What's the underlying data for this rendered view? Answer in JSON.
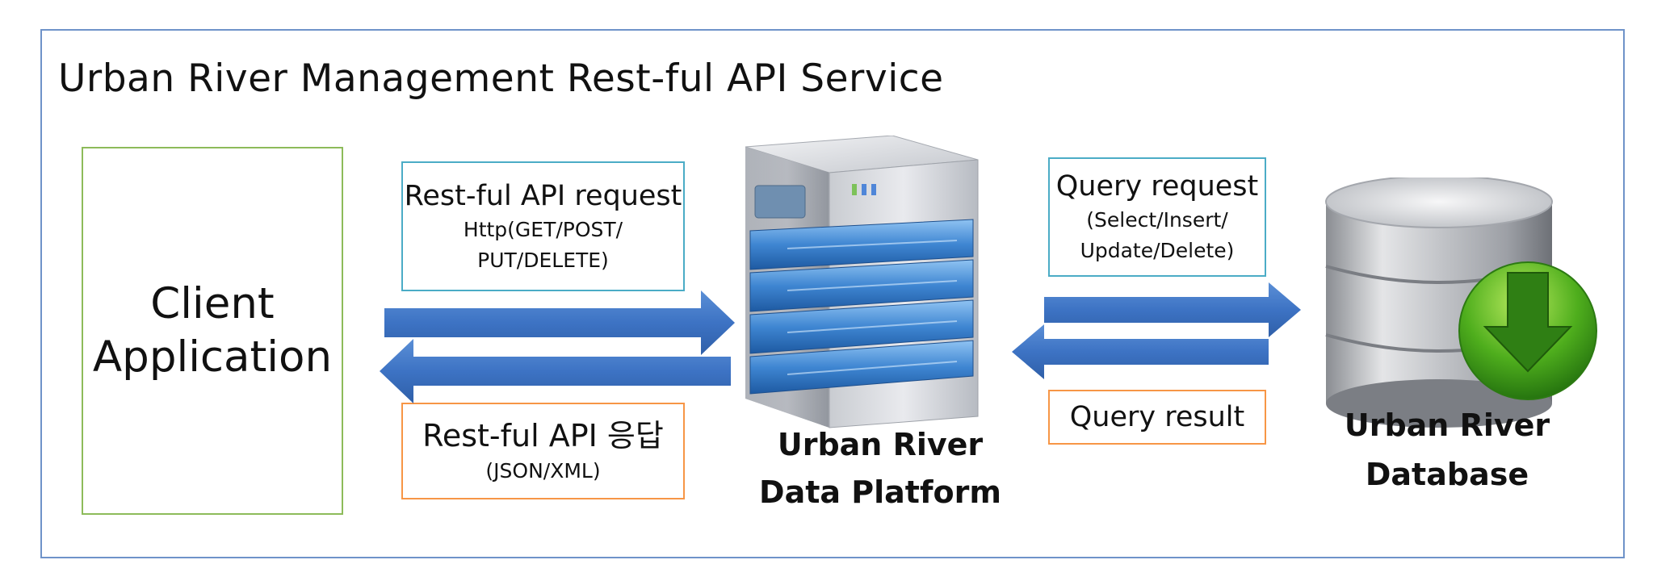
{
  "title": "Urban River Management Rest-ful API Service",
  "client": {
    "line1": "Client",
    "line2": "Application"
  },
  "api_request": {
    "title": "Rest-ful API request",
    "line1": "Http(GET/POST/",
    "line2": "PUT/DELETE)"
  },
  "api_response": {
    "title": "Rest-ful API 응답",
    "line1": "(JSON/XML)"
  },
  "platform": {
    "line1": "Urban River",
    "line2": "Data Platform"
  },
  "query_request": {
    "title": "Query request",
    "line1": "(Select/Insert/",
    "line2": "Update/Delete)"
  },
  "query_result": {
    "title": "Query result"
  },
  "database": {
    "line1": "Urban River",
    "line2": "Database"
  },
  "colors": {
    "frame": "#6f93c9",
    "client_border": "#8dbb5a",
    "request_border": "#4bacc6",
    "response_border": "#f79646",
    "arrow": "#3d73c4"
  }
}
